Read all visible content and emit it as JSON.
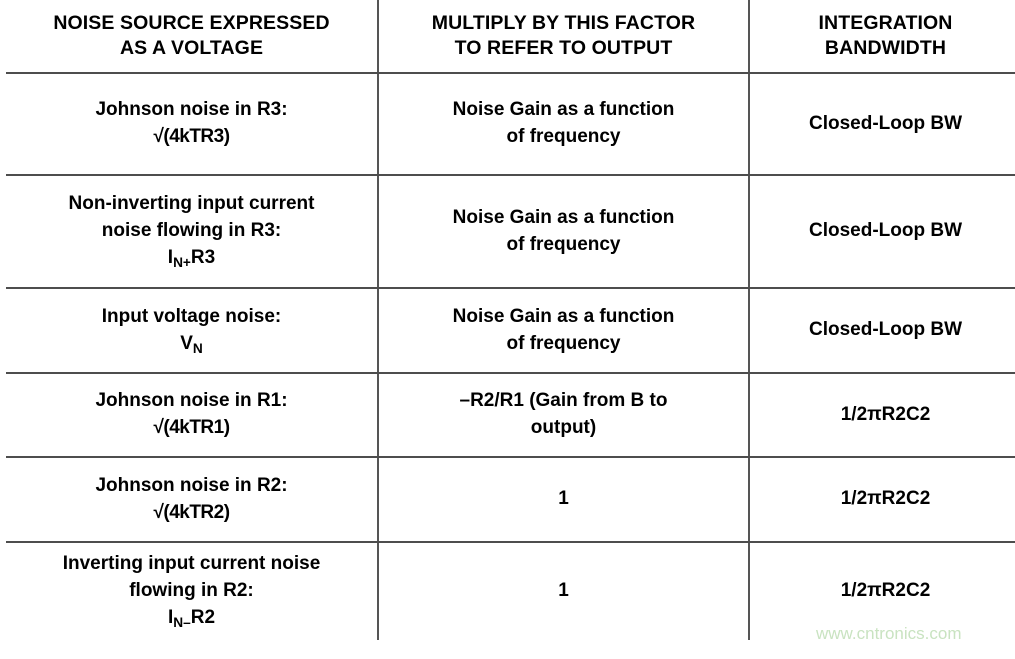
{
  "table": {
    "headers": [
      {
        "lines": [
          "NOISE SOURCE EXPRESSED",
          "AS A VOLTAGE"
        ]
      },
      {
        "lines": [
          "MULTIPLY BY THIS FACTOR",
          "TO REFER TO OUTPUT"
        ]
      },
      {
        "lines": [
          "INTEGRATION",
          "BANDWIDTH"
        ]
      }
    ],
    "rows": [
      {
        "source_label": "Johnson noise in R3:",
        "source_formula_pre": "√(4kTR3)",
        "source_formula_sub": "",
        "source_formula_post": "",
        "factor_line1": "Noise Gain as a function",
        "factor_line2": "of frequency",
        "bandwidth": "Closed-Loop BW"
      },
      {
        "source_label": "Non-inverting input current",
        "source_label2": "noise flowing in R3:",
        "source_formula_pre": "I",
        "source_formula_sub": "N+",
        "source_formula_post": "R3",
        "factor_line1": "Noise Gain as a function",
        "factor_line2": "of frequency",
        "bandwidth": "Closed-Loop BW"
      },
      {
        "source_label": "Input voltage noise:",
        "source_formula_pre": "V",
        "source_formula_sub": "N",
        "source_formula_post": "",
        "factor_line1": "Noise Gain as a function",
        "factor_line2": "of frequency",
        "bandwidth": "Closed-Loop BW"
      },
      {
        "source_label": "Johnson noise in R1:",
        "source_formula_pre": "√(4kTR1)",
        "source_formula_sub": "",
        "source_formula_post": "",
        "factor_line1": "–R2/R1 (Gain from B to",
        "factor_line2": "output)",
        "bandwidth": "1/2πR2C2"
      },
      {
        "source_label": "Johnson noise in R2:",
        "source_formula_pre": "√(4kTR2)",
        "source_formula_sub": "",
        "source_formula_post": "",
        "factor_line1": "1",
        "factor_line2": "",
        "bandwidth": "1/2πR2C2"
      },
      {
        "source_label": "Inverting input current noise",
        "source_label2": "flowing in R2:",
        "source_formula_pre": "I",
        "source_formula_sub": "N–",
        "source_formula_post": "R2",
        "factor_line1": "1",
        "factor_line2": "",
        "bandwidth": "1/2πR2C2"
      }
    ]
  },
  "watermark": {
    "text": "www.cntronics.com",
    "color": "#c9e3c1"
  },
  "colors": {
    "rule": "#4d4d4d",
    "divider": "#555555",
    "text": "#000000",
    "background": "#ffffff"
  }
}
